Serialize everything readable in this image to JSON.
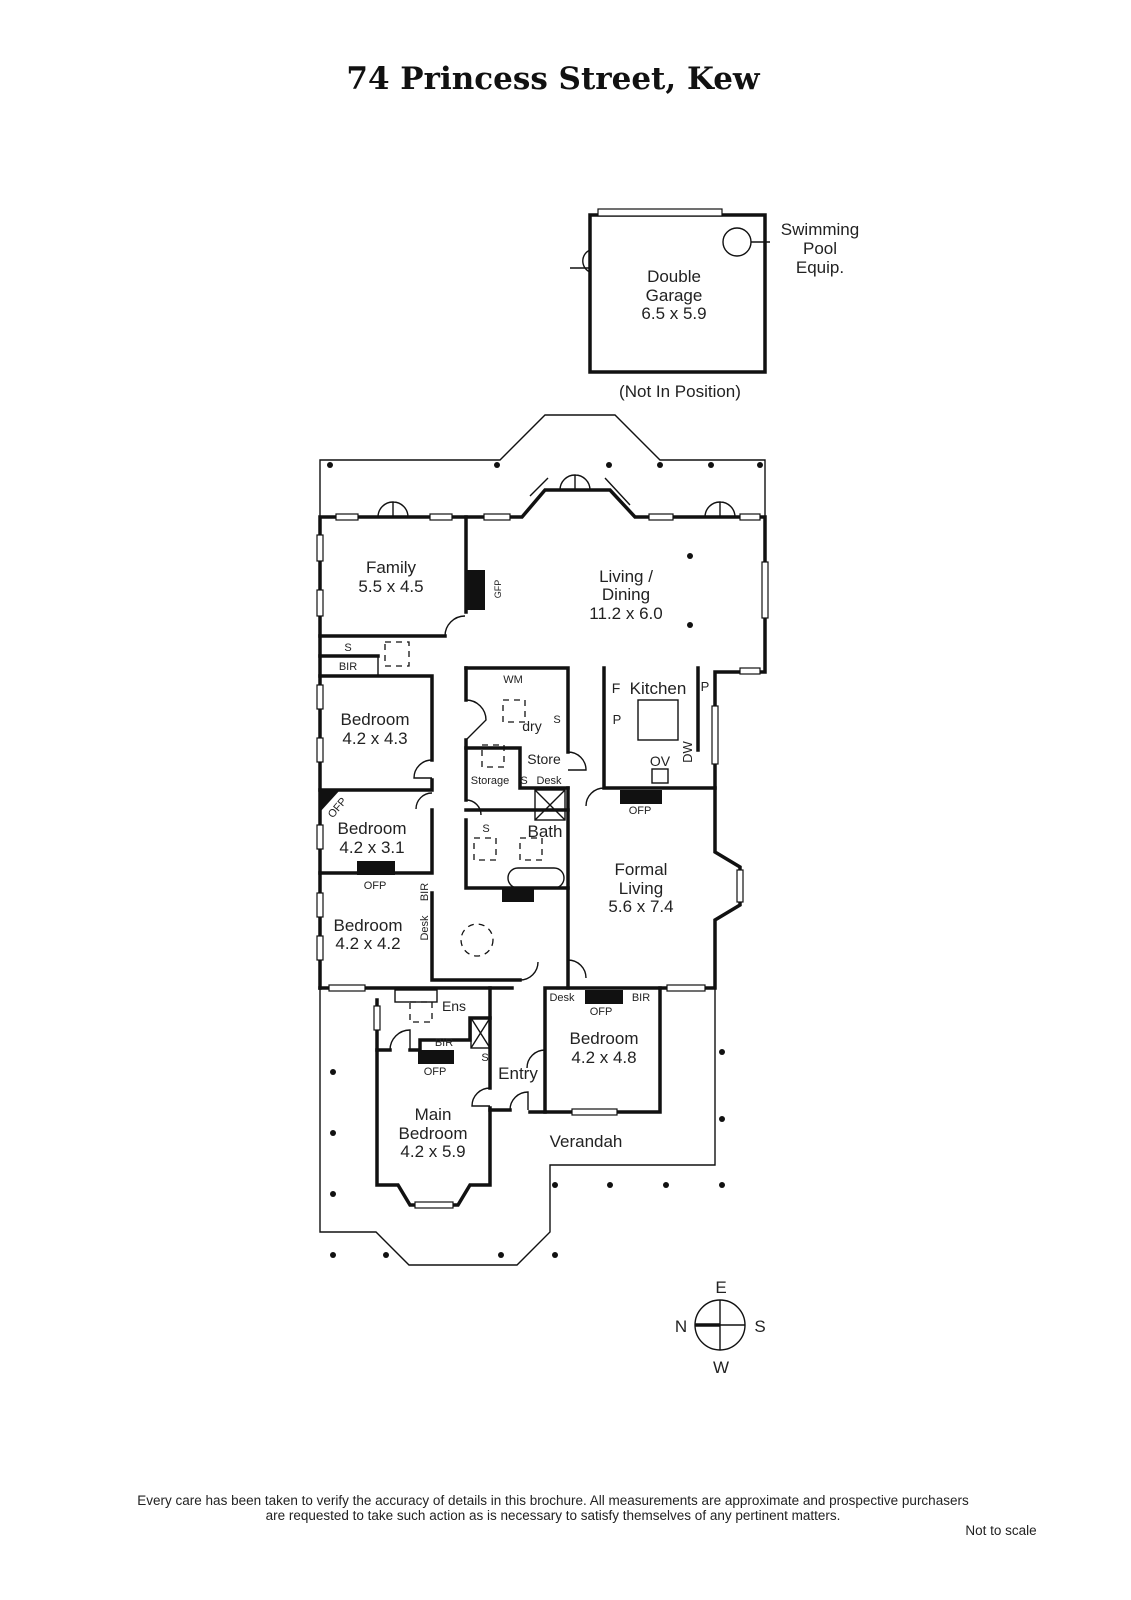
{
  "title": "74 Princess Street, Kew",
  "garage": {
    "name_line1": "Double",
    "name_line2": "Garage",
    "dims": "6.5 x 5.9",
    "note": "(Not In Position)"
  },
  "pool_equipment": {
    "line1": "Swimming",
    "line2": "Pool",
    "line3": "Equip."
  },
  "rooms": {
    "family": {
      "name": "Family",
      "dims": "5.5 x 4.5"
    },
    "living_dining": {
      "name_line1": "Living /",
      "name_line2": "Dining",
      "dims": "11.2 x 6.0"
    },
    "kitchen": {
      "name": "Kitchen"
    },
    "bedroom_a": {
      "name": "Bedroom",
      "dims": "4.2 x 4.3"
    },
    "bedroom_b": {
      "name": "Bedroom",
      "dims": "4.2 x 3.1"
    },
    "bedroom_c": {
      "name": "Bedroom",
      "dims": "4.2 x 4.2"
    },
    "formal_living": {
      "name_line1": "Formal",
      "name_line2": "Living",
      "dims": "5.6 x 7.4"
    },
    "bath": {
      "name": "Bath"
    },
    "store": {
      "name": "Store"
    },
    "storage": {
      "name": "Storage"
    },
    "laundry": {
      "name": "dry"
    },
    "ensuite": {
      "name": "Ens"
    },
    "bedroom_d": {
      "name": "Bedroom",
      "dims": "4.2 x 4.8"
    },
    "entry": {
      "name": "Entry"
    },
    "main_bedroom": {
      "name_line1": "Main",
      "name_line2": "Bedroom",
      "dims": "4.2 x 5.9"
    },
    "verandah": {
      "name": "Verandah"
    }
  },
  "fixtures": {
    "family_s": "S",
    "family_bir": "BIR",
    "wm": "WM",
    "laundry_s": "S",
    "fridge": "F",
    "pantry": "P",
    "kitchen_p": "P",
    "dw": "DW",
    "ov": "OV",
    "formal_ofp": "OFP",
    "hall_s": "S",
    "hall_desk": "Desk",
    "bath_s": "S",
    "bed_b_ofp": "OFP",
    "bed_c_ofp": "OFP",
    "bed_c_bir": "BIR",
    "bed_c_desk": "Desk",
    "gfp": "GFP",
    "bed_d_desk": "Desk",
    "bed_d_bir": "BIR",
    "bed_d_ofp": "OFP",
    "main_bir": "BIR",
    "main_s": "S",
    "main_ofp": "OFP"
  },
  "compass": {
    "north": "N",
    "east": "E",
    "south": "S",
    "west": "W"
  },
  "footer": {
    "line1": "Every care has been taken to verify the accuracy of details in this brochure.  All measurements are approximate and prospective purchasers",
    "line2": "are requested to take such action as is necessary to satisfy themselves of any pertinent matters.",
    "scale_note": "Not to scale"
  }
}
